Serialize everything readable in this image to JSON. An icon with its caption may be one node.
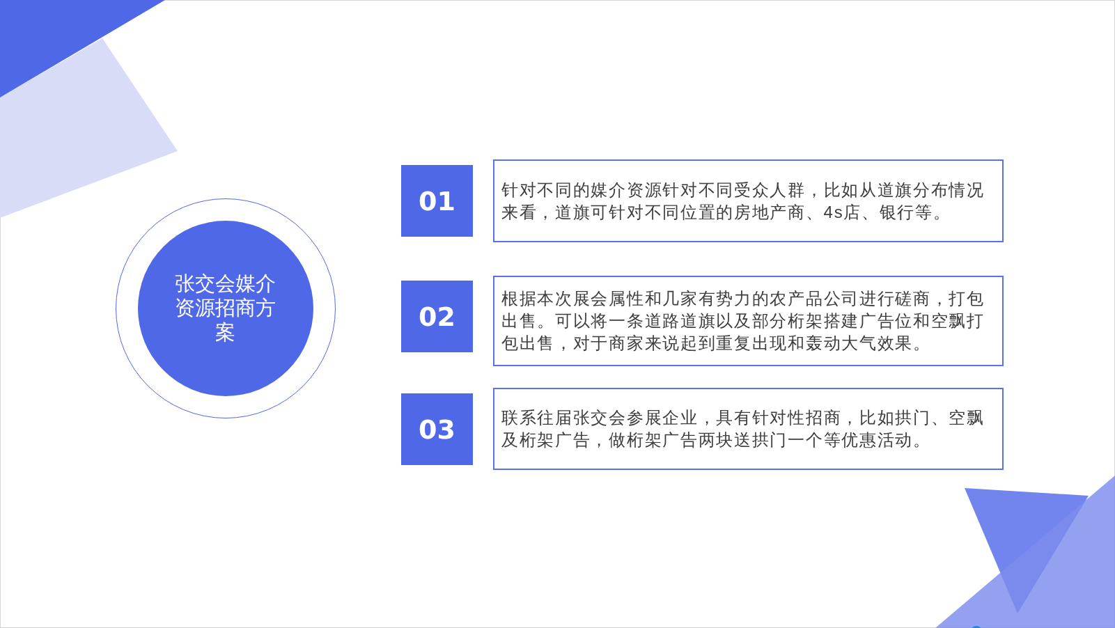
{
  "diagram": {
    "nodes": [
      {
        "text": [],
        "shape": "circle"
      },
      {
        "text": [
          "张交会媒介资源招商方案"
        ],
        "in": 0
      },
      {
        "text": [
          "01"
        ]
      },
      {
        "text": [
          "针对不同的媒介资源针对不同受众人群，比如从道旗分布情况来看，道旗可针对不同位置的房地产商、4s店、银行等。"
        ]
      },
      {
        "text": [
          "02"
        ]
      },
      {
        "text": [
          "根据本次展会属性和几家有势力的农产品公司进行磋商，打包出售。可以将一条道路道旗以及部分桁架搭建广告位和空飘打包出售，对于商家来说起到重复出现和轰动大气效果。"
        ]
      },
      {
        "text": [
          "03"
        ]
      },
      {
        "text": [
          "联系往届张交会参展企业，具有针对性招商，比如拱门、空飘及桁架广告，做桁架广告两块送拱门一个等优惠活动。"
        ]
      }
    ]
  }
}
